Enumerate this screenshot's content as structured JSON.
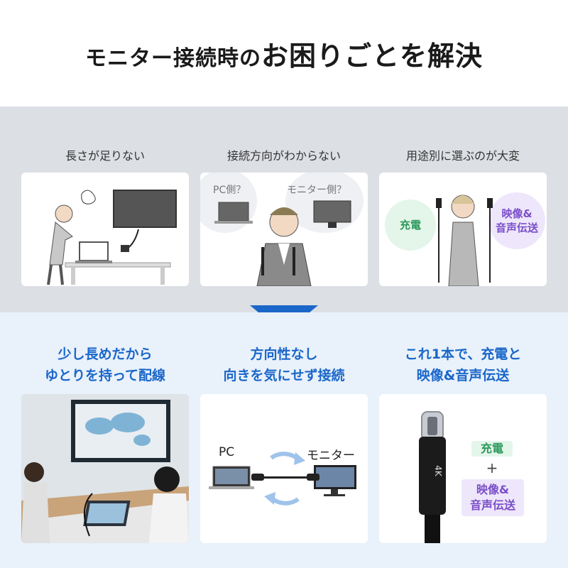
{
  "title": {
    "part1": "モニター接続時の",
    "part2": "お困りごとを解決"
  },
  "problems": [
    {
      "label": "長さが足りない"
    },
    {
      "label": "接続方向がわからない",
      "pc_label": "PC側？",
      "monitor_label": "モニター側？"
    },
    {
      "label": "用途別に選ぶのが大変",
      "bubble_left": "充電",
      "bubble_right_line1": "映像&",
      "bubble_right_line2": "音声伝送"
    }
  ],
  "solutions": [
    {
      "line1": "少し長めだから",
      "line2": "ゆとりを持って配線"
    },
    {
      "line1": "方向性なし",
      "line2": "向きを気にせず接続",
      "pc_label": "PC",
      "monitor_label": "モニター"
    },
    {
      "line1": "これ1本で、充電と",
      "line2": "映像&音声伝送",
      "tag_charge": "充電",
      "plus": "+",
      "tag_av_line1": "映像&",
      "tag_av_line2": "音声伝送",
      "cable_text": "4K"
    }
  ],
  "colors": {
    "accent": "#1a67c9",
    "green": "#2b9a5a",
    "purple": "#7a4fc9"
  }
}
